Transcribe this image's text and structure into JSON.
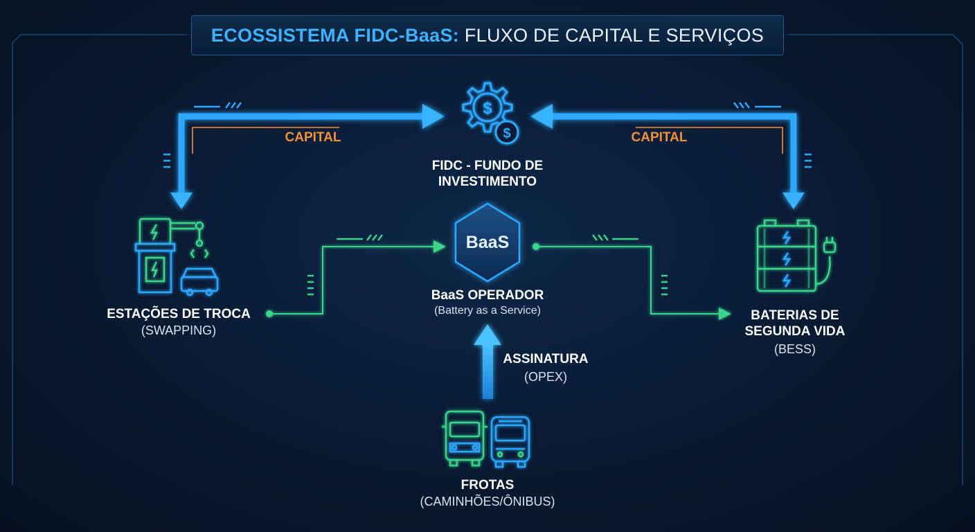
{
  "title": {
    "highlight": "ECOSSISTEMA FIDC-BaaS:",
    "rest": "FLUXO DE CAPITAL E SERVIÇOS"
  },
  "nodes": {
    "fidc": {
      "line1": "FIDC - FUNDO DE",
      "line2": "INVESTIMENTO",
      "icon": "gear-dollar-icon"
    },
    "baas": {
      "badge": "BaaS",
      "title": "BaaS OPERADOR",
      "subtitle": "(Battery as a Service)",
      "icon": "hexagon-icon"
    },
    "swapping": {
      "title": "ESTAÇÕES DE TROCA",
      "subtitle": "(SWAPPING)",
      "icon": "swap-station-icon"
    },
    "bess": {
      "line1": "BATERIAS DE",
      "line2": "SEGUNDA VIDA",
      "subtitle": "(BESS)",
      "icon": "battery-stack-icon"
    },
    "fleets": {
      "title": "FROTAS",
      "subtitle": "(CAMINHÕES/ÔNIBUS)",
      "icon": "truck-bus-icon"
    }
  },
  "edges": {
    "capital_left": "CAPITAL",
    "capital_right": "CAPITAL",
    "subscription": {
      "title": "ASSINATURA",
      "subtitle": "(OPEX)"
    }
  },
  "colors": {
    "capital_arrow": "#2fa8ff",
    "service_arrow": "#3bd48a",
    "capital_label": "#f5913a",
    "title_highlight": "#3fb2ff"
  }
}
